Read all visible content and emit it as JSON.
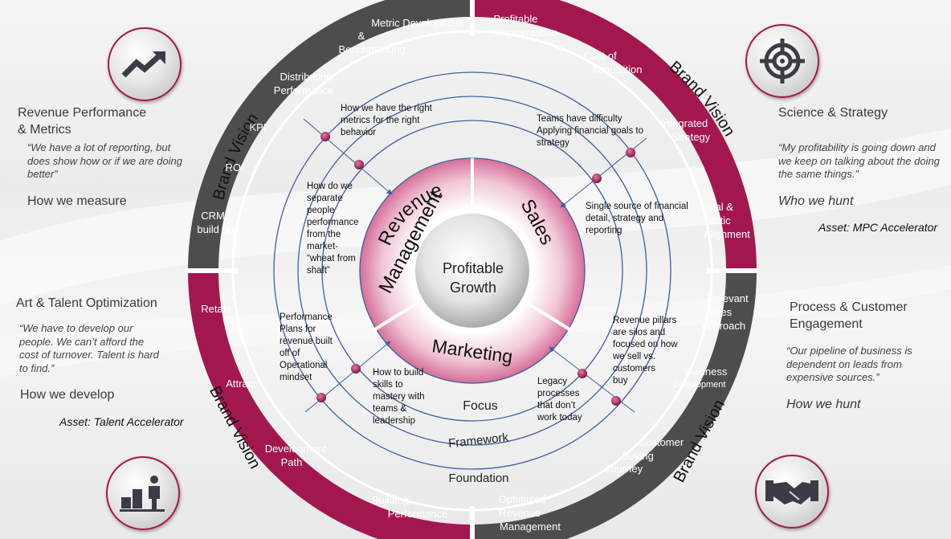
{
  "center": {
    "line1": "Profitable",
    "line2": "Growth"
  },
  "inner_sections": {
    "revenue_line1": "Revenue",
    "revenue_line2": "Management",
    "sales": "Sales",
    "marketing": "Marketing"
  },
  "rings": {
    "focus": "Focus",
    "framework": "Framework",
    "foundation": "Foundation"
  },
  "brand_vision": "Brand Vision",
  "outer_labels": {
    "metric_dev_1": "Metric Development",
    "metric_dev_2": "&",
    "metric_dev_3": "Benchmarking",
    "dist_perf_1": "Distribution",
    "dist_perf_2": "Performance",
    "kpi": "KPI",
    "roi": "ROI",
    "crm_1": "CRM",
    "crm_2": "build out",
    "prof_seg_1": "Profitable",
    "prof_seg_2": "Segmentation",
    "coa_1": "Cost of",
    "coa_2": "Acquisition",
    "int_strat_1": "Integrated",
    "int_strat_2": "Strategy",
    "goal_1": "Goal &",
    "goal_2": "Tactic",
    "goal_3": "Alignment",
    "retain": "Retain",
    "attract": "Attract",
    "dev_path_1": "Development",
    "dev_path_2": "Path",
    "build_perf_1": "Building",
    "build_perf_2": "Performance",
    "rel_sales_1": "Relevant",
    "rel_sales_2": "sales",
    "rel_sales_3": "approach",
    "bus_dev_1": "Business",
    "bus_dev_2": "Development",
    "cust_buy_1": "Customer",
    "cust_buy_2": "Buying",
    "cust_buy_3": "Journey",
    "opt_rev_1": "Optimized",
    "opt_rev_2": "Revenue",
    "opt_rev_3": "Management"
  },
  "annotations": {
    "a1": [
      "How we have the right",
      "metrics for the right",
      "behavior"
    ],
    "a2": [
      "How do we",
      "separate",
      "people",
      "performance",
      "from the",
      "market-",
      "“wheat from",
      "shaft”"
    ],
    "a3": [
      "Teams have difficulty",
      "Applying financial goals to",
      "strategy"
    ],
    "a4": [
      "Single source of financial",
      "detail, strategy and",
      "reporting"
    ],
    "a5": [
      "Performance",
      "Plans for",
      "revenue built",
      "off of",
      "Operational",
      "mindset"
    ],
    "a6": [
      "How to build",
      "skills to",
      "mastery with",
      "teams &",
      "leadership"
    ],
    "a7": [
      "Revenue pillars",
      "are silos and",
      "focused on how",
      "we sell vs.",
      "customers",
      "buy"
    ],
    "a8": [
      "Legacy",
      "processes",
      "that don’t",
      "work today"
    ]
  },
  "panels": {
    "top_left": {
      "title": "Revenue Performance\n& Metrics",
      "quote": "“We have a lot of reporting, but does show how or if we are doing better”",
      "sub": "How we measure",
      "icon": "trending-up-icon"
    },
    "top_right": {
      "title": "Science & Strategy",
      "quote": "“My profitability is going down and we keep on talking about the doing the same things.”",
      "sub": "Who we hunt",
      "asset": "Asset: MPC Accelerator",
      "icon": "target-icon"
    },
    "bottom_left": {
      "title": "Art & Talent Optimization",
      "quote": "“We have to develop our people.  We can’t afford the cost of turnover.  Talent is hard to find.”",
      "sub": "How we develop",
      "asset": "Asset: Talent Accelerator",
      "icon": "people-growth-icon"
    },
    "bottom_right": {
      "title": "Process & Customer\nEngagement",
      "quote": "“Our pipeline of business is dependent on leads from expensive sources.”",
      "sub": "How we hunt",
      "icon": "handshake-icon"
    }
  },
  "colors": {
    "magenta": "#a3174f",
    "gray": "#4d4d4f",
    "pink_light": "#f6dde8",
    "line_blue": "#3f5f9e"
  }
}
